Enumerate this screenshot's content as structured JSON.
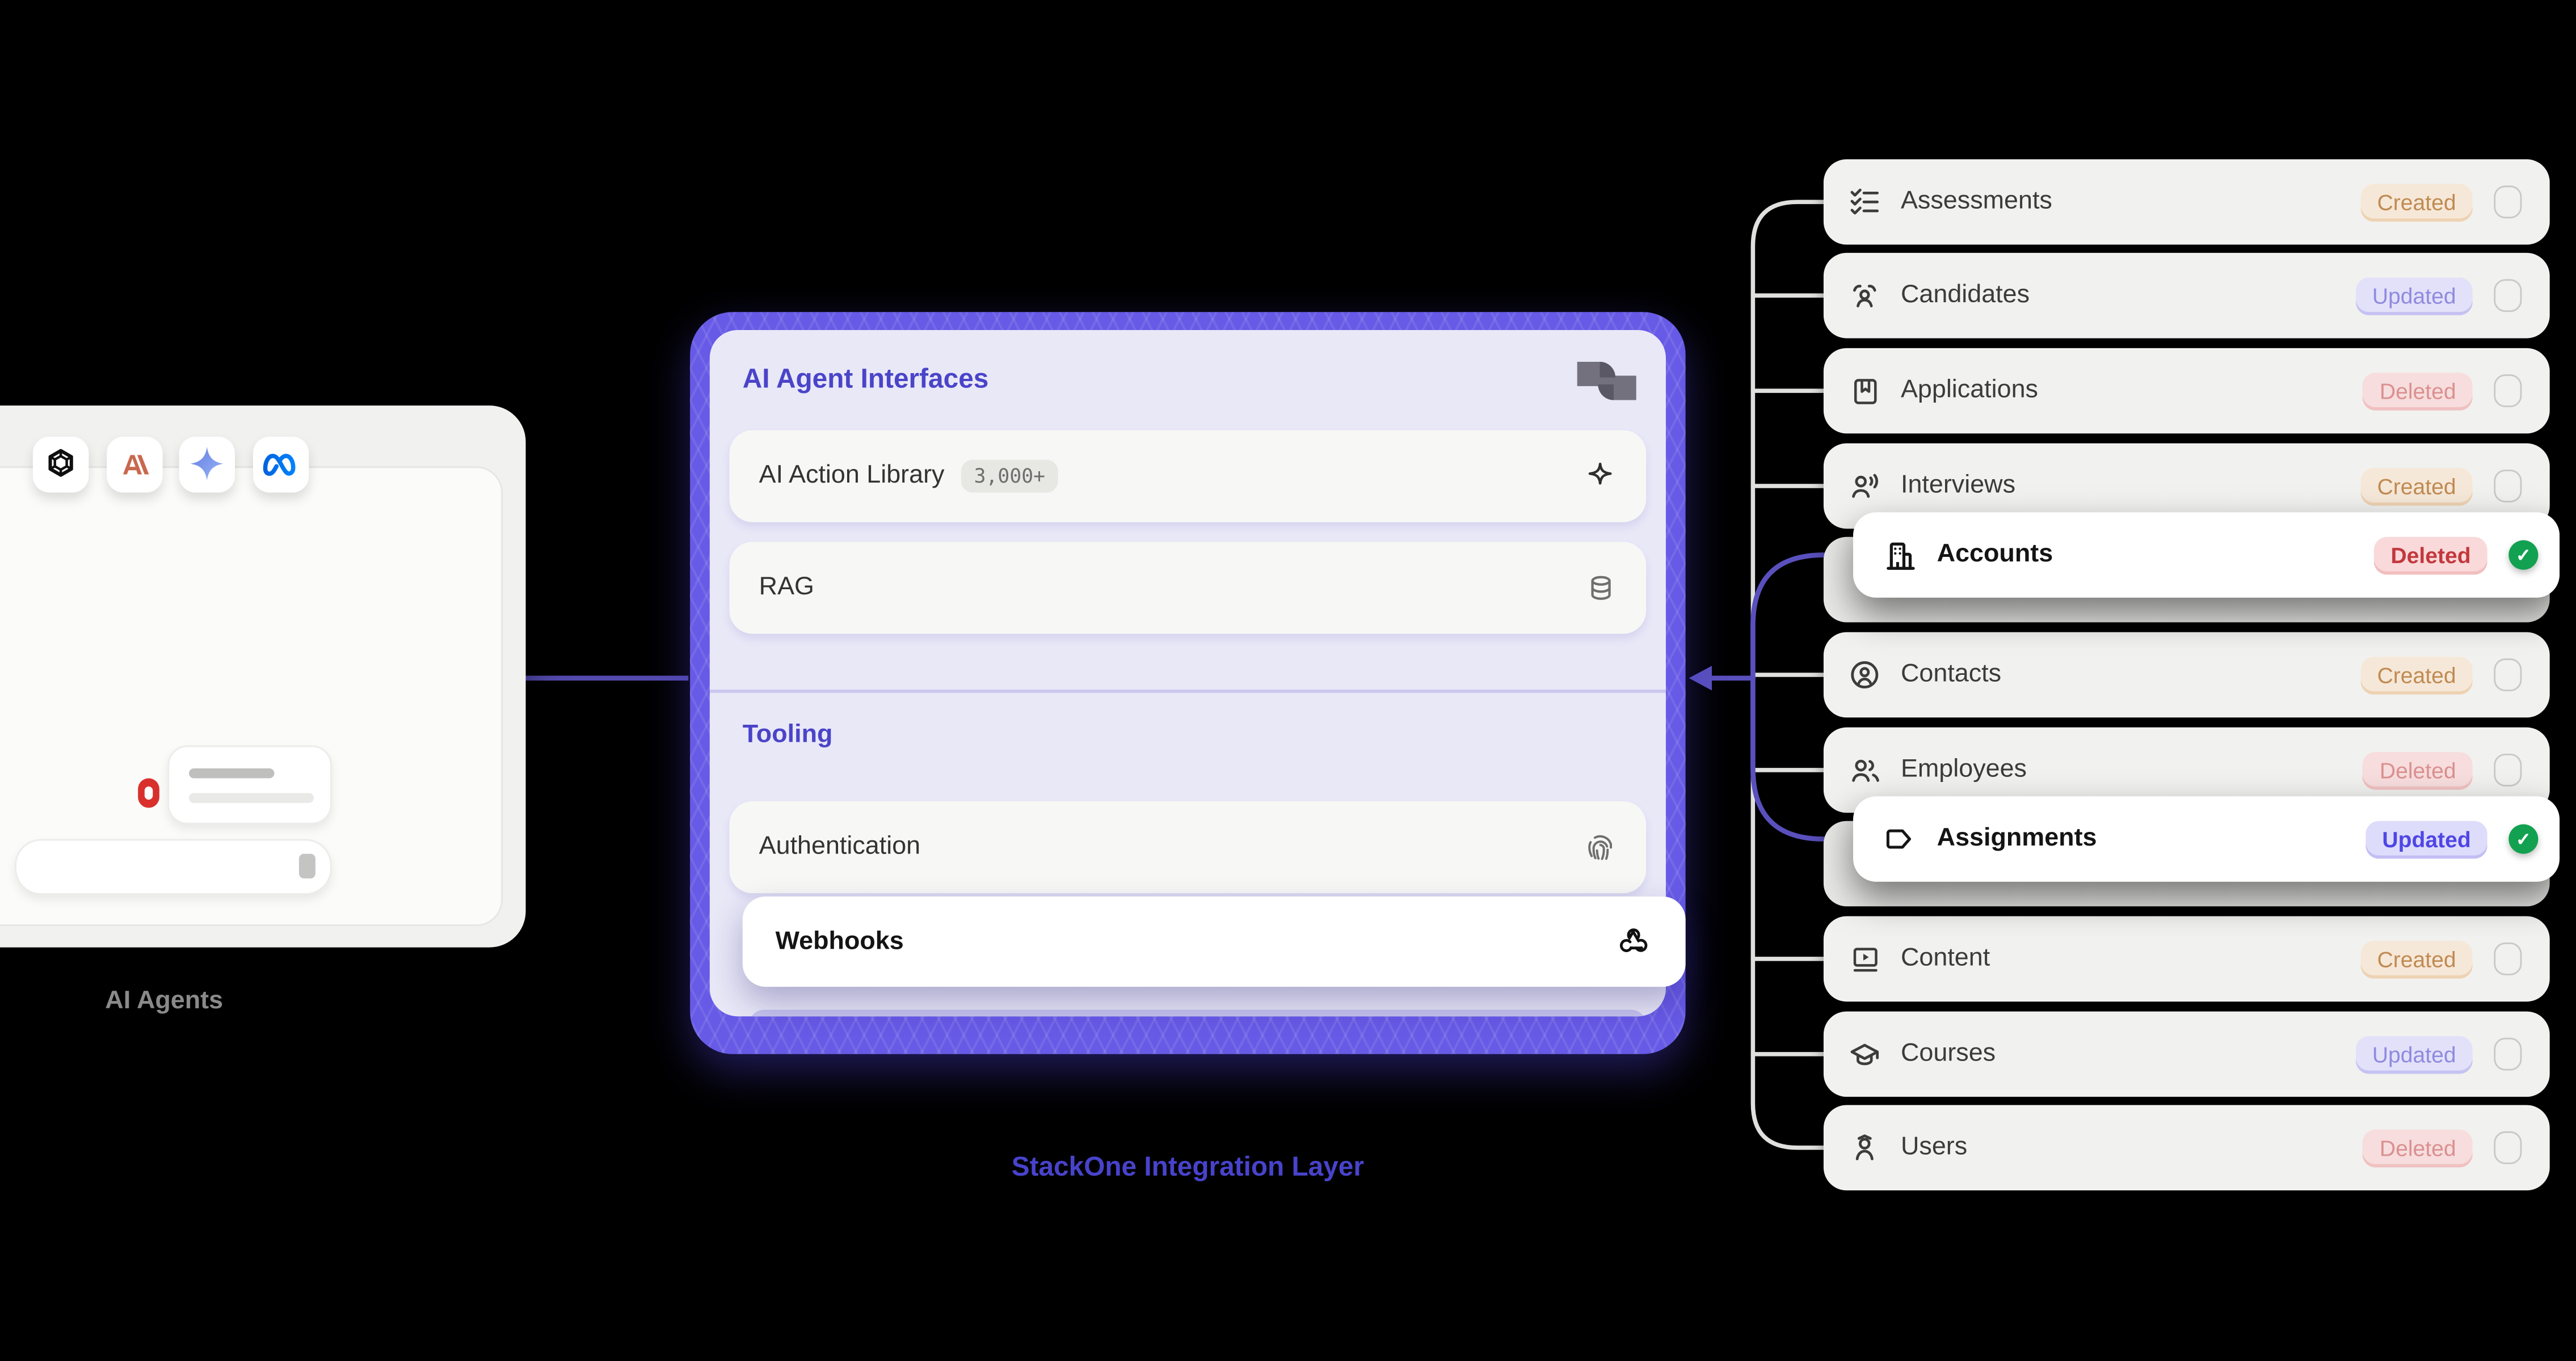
{
  "page": {
    "background": "#000000"
  },
  "left_card": {
    "label": "AI Agents",
    "logos": [
      {
        "name": "openai-logo"
      },
      {
        "name": "anthropic-logo"
      },
      {
        "name": "gemini-logo"
      },
      {
        "name": "meta-logo"
      }
    ]
  },
  "panel": {
    "title": "AI Agent Interfaces",
    "action_library": {
      "label": "AI Action Library",
      "badge": "3,000+"
    },
    "rag": {
      "label": "RAG"
    },
    "tooling_header": "Tooling",
    "authentication": {
      "label": "Authentication"
    },
    "webhooks": {
      "label": "Webhooks"
    },
    "caption": "StackOne Integration Layer"
  },
  "events": {
    "check_glyph": "✓",
    "rows": [
      {
        "label": "Assessments",
        "status": "Created",
        "selected": false,
        "icon": "list-checks-icon"
      },
      {
        "label": "Candidates",
        "status": "Updated",
        "selected": false,
        "icon": "candidates-icon"
      },
      {
        "label": "Applications",
        "status": "Deleted",
        "selected": false,
        "icon": "book-icon"
      },
      {
        "label": "Interviews",
        "status": "Created",
        "selected": false,
        "icon": "user-voice-icon"
      },
      {
        "label": "Accounts",
        "status": "Deleted",
        "selected": true,
        "icon": "building-icon"
      },
      {
        "label": "Contacts",
        "status": "Created",
        "selected": false,
        "icon": "circle-user-icon"
      },
      {
        "label": "Employees",
        "status": "Deleted",
        "selected": false,
        "icon": "users-icon"
      },
      {
        "label": "Assignments",
        "status": "Updated",
        "selected": true,
        "icon": "tag-icon"
      },
      {
        "label": "Content",
        "status": "Created",
        "selected": false,
        "icon": "screen-play-icon"
      },
      {
        "label": "Courses",
        "status": "Updated",
        "selected": false,
        "icon": "graduation-cap-icon"
      },
      {
        "label": "Users",
        "status": "Deleted",
        "selected": false,
        "icon": "user-icon"
      }
    ]
  },
  "colors": {
    "accent_border": "#675AE6",
    "panel_bg": "#E9E8F7",
    "indigo_text": "#4A44C9",
    "caption_text": "#4843CB",
    "connector_gray": "#E0E0DE",
    "connector_indigo": "#5A50BD",
    "row_bg": "#F1F1EF",
    "created_text": "#C08A52",
    "created_bg": "#F6E8D8",
    "updated_text": "#8F8ADF",
    "updated_bg": "#E2E1F9",
    "deleted_text": "#DB9090",
    "deleted_bg": "#F7DDDD",
    "strong_deleted_text": "#C2383E",
    "strong_updated_text": "#4F46E5",
    "check_green": "#12A150"
  }
}
